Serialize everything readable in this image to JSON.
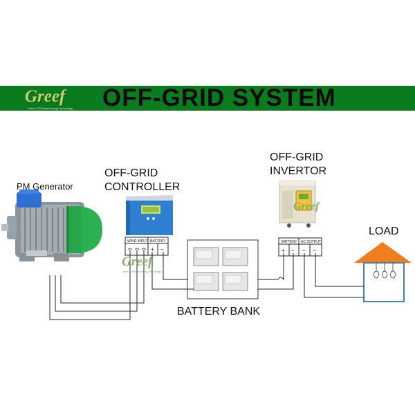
{
  "banner": {
    "title": "OFF-GRID SYSTEM",
    "brand": "Greef",
    "tagline": "Green & Efficient Energy Technology",
    "color": "#0c7a1e"
  },
  "watermark": {
    "text": "Greef",
    "tagline": "Green & Efficient Energy Technology"
  },
  "components": {
    "generator": {
      "label": "PM Generator"
    },
    "controller": {
      "label_line1": "OFF-GRID",
      "label_line2": "CONTROLLER",
      "wind_input": "WIND INPUT",
      "battery": "BATTERY",
      "plus": "+",
      "minus": "−"
    },
    "inverter": {
      "label_line1": "OFF-GRID",
      "label_line2": "INVERTOR",
      "battery": "BATTERY",
      "ac_output": "AC OUTPUT",
      "plus": "+",
      "minus": "−"
    },
    "battery_bank": {
      "label": "BATTERY BANK"
    },
    "load": {
      "label": "LOAD"
    }
  },
  "colors": {
    "wire": "#222222",
    "house_roof": "#f07d1e",
    "house_wall": "#3b82c4",
    "generator_green": "#2bb052",
    "controller_blue": "#2f7fd0"
  }
}
